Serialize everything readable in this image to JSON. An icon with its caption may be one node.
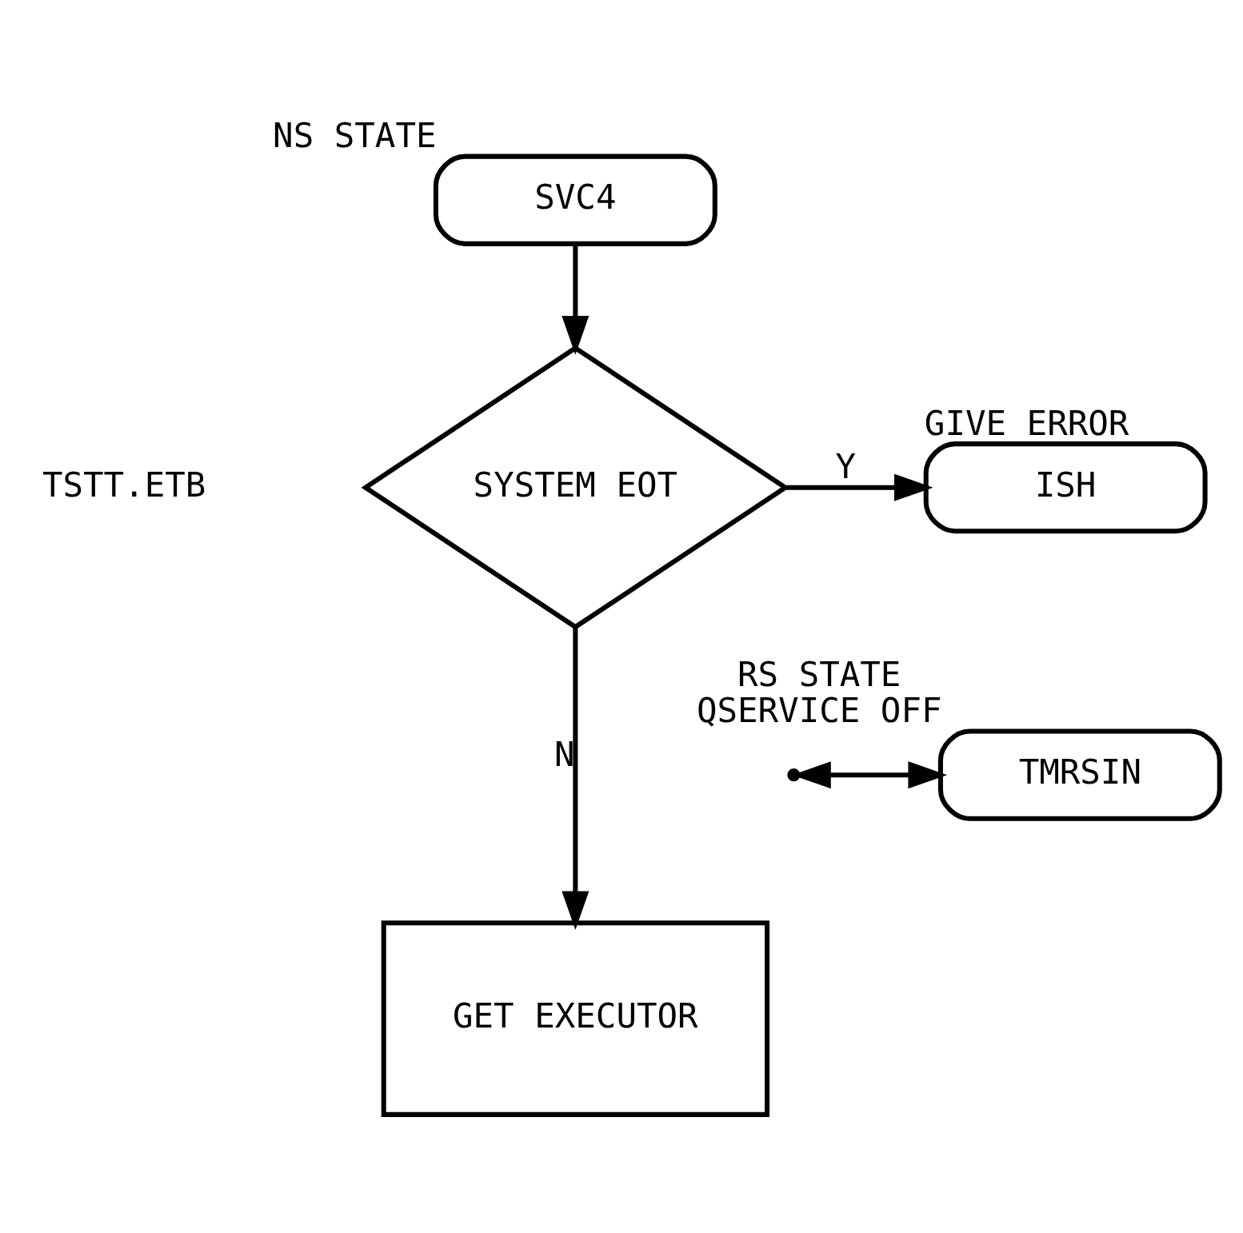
{
  "diagram": {
    "nodes": [
      {
        "text": [
          "SVC4"
        ],
        "beside": [
          "NS STATE"
        ]
      },
      {
        "text": [
          "SYSTEM EOT"
        ]
      },
      {
        "text": [
          "ISH"
        ],
        "beside": [
          "GIVE ERROR"
        ]
      },
      {
        "text": [
          "TMRSIN"
        ],
        "beside": [
          "RS STATE",
          "QSERVICE OFF"
        ]
      },
      {
        "text": [
          "GET EXECUTOR"
        ]
      }
    ],
    "edges": [
      {
        "from": 0,
        "to": 1,
        "arrow": "to"
      },
      {
        "from": 1,
        "to": 2,
        "label": "Y",
        "arrow": "to"
      },
      {
        "from": 1,
        "to": 4,
        "label": "N",
        "arrow": "to"
      },
      {
        "from": null,
        "to": 3,
        "arrow": "both"
      }
    ],
    "labels": [
      "TSTT.ETB"
    ]
  }
}
